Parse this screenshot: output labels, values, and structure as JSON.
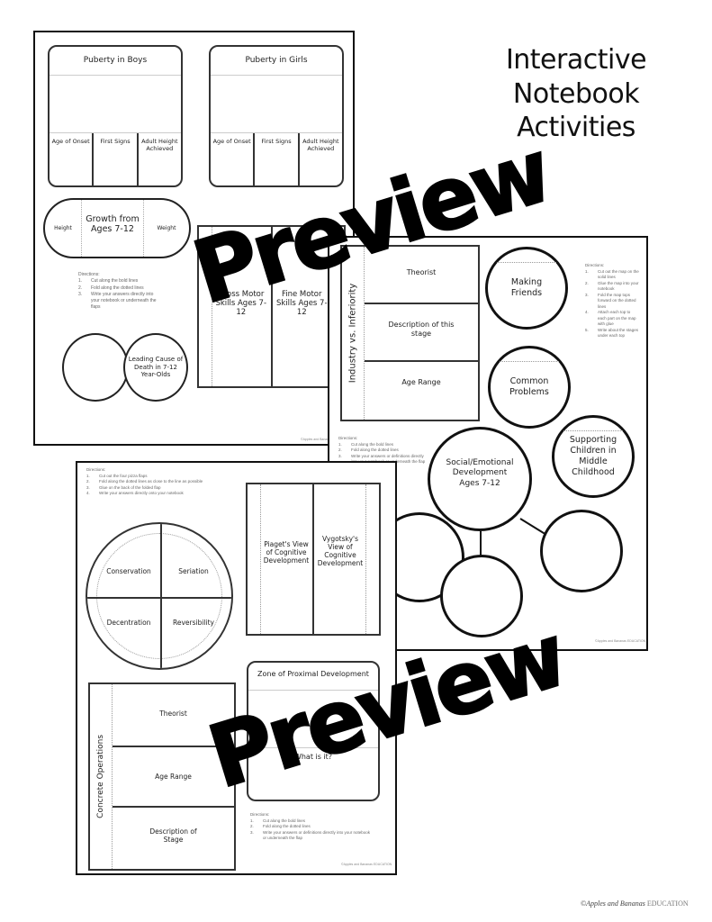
{
  "headline": {
    "line1": "Interactive",
    "line2": "Notebook",
    "line3": "Activities"
  },
  "watermark": "Preview",
  "copyright": {
    "brand": "©Apples and Bananas",
    "suffix": "EDUCATION"
  },
  "page1": {
    "boys": {
      "title": "Puberty in Boys",
      "columns": [
        "Age of Onset",
        "First Signs",
        "Adult Height Achieved"
      ]
    },
    "girls": {
      "title": "Puberty in Girls",
      "columns": [
        "Age of Onset",
        "First Signs",
        "Adult Height Achieved"
      ]
    },
    "growth": {
      "left": "Height",
      "center": "Growth from Ages 7-12",
      "right": "Weight"
    },
    "directions": {
      "heading": "Directions:",
      "steps": [
        "Cut along the bold lines",
        "Fold along the dotted lines",
        "Write your answers directly into your notebook or underneath the flaps"
      ]
    },
    "motor": {
      "left": "Gross Motor Skills Ages 7-12",
      "right": "Fine Motor Skills Ages 7-12"
    },
    "death": {
      "label": "Leading Cause of Death in 7-12 Year-Olds"
    },
    "signature": "©Apples and Bananas EDUCATION"
  },
  "page2": {
    "side_label": "Industry vs. Inferiority",
    "rows": [
      "Theorist",
      "Description of this stage",
      "Age Range"
    ],
    "circles": {
      "making_friends": "Making Friends",
      "common_problems": "Common Problems",
      "supporting": "Supporting Children in Middle Childhood",
      "center": "Social/Emotional Development Ages 7-12"
    },
    "directions_right": {
      "heading": "Directions:",
      "steps": [
        "Cut out the map on the solid lines",
        "Glue the map into your notebook",
        "Fold the map tops forward on the dotted lines",
        "Attach each top to each part on the map with glue",
        "Write about the stages under each top"
      ]
    },
    "directions_left": {
      "heading": "Directions:",
      "steps": [
        "Cut along the bold lines",
        "Fold along the dotted lines",
        "Write your answers or definitions directly into your notebook or underneath the flap"
      ]
    },
    "signature": "©Apples and Bananas EDUCATION"
  },
  "page3": {
    "directions_top": {
      "heading": "Directions:",
      "steps": [
        "Cut out the four pizza flaps",
        "Fold along the dotted lines as close to the line as possible",
        "Glue on the back of the folded flap",
        "Write your answers directly onto your notebook"
      ]
    },
    "pizza": [
      "Conservation",
      "Seriation",
      "Decentration",
      "Reversibility"
    ],
    "views": {
      "left": "Piaget's View of Cognitive Development",
      "right": "Vygotsky's View of Cognitive Development"
    },
    "concrete": {
      "side_label": "Concrete Operations",
      "rows": [
        "Theorist",
        "Age Range",
        "Description of Stage"
      ]
    },
    "zpd": {
      "title": "Zone of Proximal Development",
      "question": "What is it?"
    },
    "directions_bottom": {
      "heading": "Directions:",
      "steps": [
        "Cut along the bold lines",
        "Fold along the dotted lines",
        "Write your answers or definitions directly into your notebook or underneath the flap"
      ]
    },
    "signature": "©Apples and Bananas EDUCATION"
  }
}
